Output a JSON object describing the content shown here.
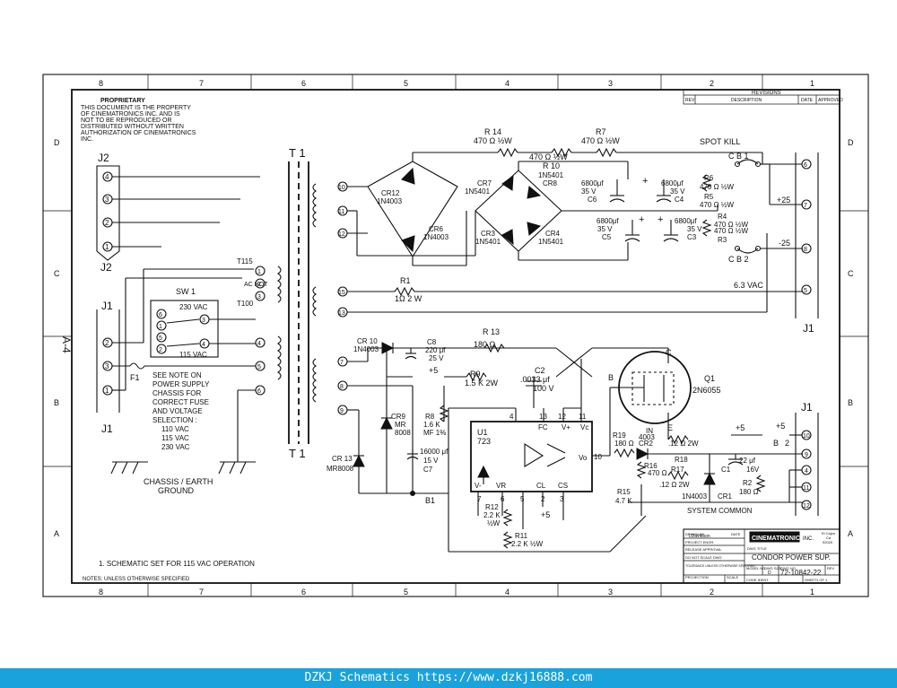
{
  "border": {
    "zones_top": [
      "8",
      "7",
      "6",
      "5",
      "4",
      "3",
      "2",
      "1"
    ],
    "zones_side": [
      "D",
      "C",
      "B",
      "A"
    ],
    "sheet_side_label": "A-4"
  },
  "proprietary": {
    "title": "PROPRIETARY",
    "lines": [
      "THIS DOCUMENT IS THE PROPERTY",
      "OF CINEMATRONICS INC. AND IS",
      "NOT TO BE REPRODUCED OR",
      "DISTRIBUTED WITHOUT WRITTEN",
      "AUTHORIZATION OF CINEMATRONICS",
      "INC."
    ]
  },
  "revisions": {
    "title": "REVISIONS",
    "cols": [
      "REV",
      "DESCRIPTION",
      "DATE",
      "APPROVED"
    ]
  },
  "connectors": {
    "j2": "J2",
    "j2_pins": [
      "4",
      "3",
      "2",
      "1"
    ],
    "j1_left": "J1",
    "j1_left_pins": [
      "2",
      "3",
      "1"
    ],
    "j1_right_top": "J1",
    "j1_right_top_pins": [
      "6",
      "7",
      "8",
      "5"
    ],
    "j1_right_bottom": "J1",
    "j1_right_bottom_pins": [
      "10",
      "9",
      "4",
      "11",
      "12"
    ]
  },
  "transformer": {
    "label": "T 1",
    "primary_taps": [
      "T115",
      "AC HOT",
      "T100"
    ],
    "primary_pins": [
      "1",
      "2",
      "3",
      "4",
      "5",
      "6"
    ],
    "secondary_pins": [
      "10",
      "11",
      "12",
      "15",
      "13",
      "7",
      "8",
      "9"
    ]
  },
  "switch": {
    "label": "SW 1",
    "v230": "230 VAC",
    "v115": "115 VAC",
    "pins": [
      "6",
      "1",
      "5",
      "2",
      "3",
      "4"
    ]
  },
  "fuse": {
    "label": "F1"
  },
  "note_fuse": [
    "SEE NOTE ON",
    "POWER SUPPLY",
    "CHASSIS FOR",
    "CORRECT FUSE",
    "AND VOLTAGE",
    "SELECTION :",
    "110 VAC",
    "115 VAC",
    "230 VAC"
  ],
  "ground_label": [
    "CHASSIS / EARTH",
    "GROUND"
  ],
  "components": {
    "cr12": [
      "CR12",
      "1N4003"
    ],
    "cr6": [
      "CR6",
      "1N4003"
    ],
    "cr7": [
      "CR7",
      "1N5401"
    ],
    "cr8": [
      "1N5401",
      "CR8"
    ],
    "cr3": [
      "CR3",
      "1N5401"
    ],
    "cr4": [
      "CR4",
      "1N5401"
    ],
    "r14": [
      "R 14",
      "470 Ω ½W"
    ],
    "r10": [
      "470 Ω ½W",
      "R 10"
    ],
    "r7": [
      "R7",
      "470 Ω ½W"
    ],
    "c6": [
      "6800μf",
      "35 V",
      "C6"
    ],
    "c4": [
      "6800μf",
      "35 V",
      "C4"
    ],
    "c5": [
      "6800μf",
      "35 V",
      "C5"
    ],
    "c3": [
      "6800μf",
      "35 V",
      "C3"
    ],
    "r6": [
      "R6",
      "470 Ω ½W"
    ],
    "r5": [
      "R5",
      "470 Ω ½W"
    ],
    "r4": [
      "R4",
      "470 Ω ½W"
    ],
    "r3": [
      "R3",
      "470 Ω ½W"
    ],
    "r1": [
      "R1",
      "1Ω 2 W"
    ],
    "cr10": [
      "CR 10",
      "1N4003"
    ],
    "c8": [
      "C8",
      "220 μf",
      "25 V"
    ],
    "r13": [
      "R 13",
      "180 Ω"
    ],
    "r9": [
      "R9",
      "1.5 K 2W"
    ],
    "c2": [
      "C2",
      ".0033 μf",
      "100 V"
    ],
    "r8": [
      "R8",
      "1.6 K",
      "MF 1%"
    ],
    "cr9": [
      "CR9",
      "MR",
      "8008"
    ],
    "cr13": [
      "CR 13",
      "MR8008"
    ],
    "c7": [
      "16000 μf",
      "15 V",
      "C7"
    ],
    "u1": [
      "U1",
      "723"
    ],
    "u1_pins": [
      "4",
      "13",
      "12",
      "11",
      "10",
      "7",
      "6",
      "5",
      "2",
      "3"
    ],
    "u1_labels": [
      "FC",
      "V+",
      "Vc",
      "Vo",
      "V-",
      "VR",
      "CL",
      "CS"
    ],
    "r12": [
      "R12",
      "2.2 K",
      "½W"
    ],
    "r11": [
      "R11",
      "2.2 K ½W"
    ],
    "q1": [
      "Q1",
      "2N6055"
    ],
    "q1_pins": [
      "B",
      "C",
      "E"
    ],
    "r19": [
      "R19",
      "180 Ω"
    ],
    "cr2": [
      "IN",
      "4003",
      "CR2"
    ],
    "r16": [
      "R16",
      "470 Ω"
    ],
    "r18": [
      "R18",
      ".12 Ω 2W"
    ],
    "r17": [
      "R17",
      ".12 Ω 2W"
    ],
    "r15": [
      "R15",
      "4.7 K"
    ],
    "cr1": [
      "1N4003",
      "CR1"
    ],
    "c1": [
      "C1",
      "22 μf",
      "16V"
    ],
    "r2": [
      "R2",
      "180 Ω"
    ],
    "cb1": "C B 1",
    "cb2": "C B 2",
    "b1": "B1",
    "b2": [
      "B",
      "2"
    ]
  },
  "nets": {
    "spot_kill": "SPOT KILL",
    "p25": "+25",
    "m25": "-25",
    "vac63": "6.3 VAC",
    "p5a": "+5",
    "p5b": "+5",
    "p5c": "+5",
    "p5d": "+5",
    "system_common": "SYSTEM COMMON"
  },
  "notes": [
    "1. SCHEMATIC SET FOR 115 VAC  OPERATION",
    "NOTES: UNLESS OTHERWISE SPECIFIED"
  ],
  "title_block": {
    "company": "CINEMATRONICS",
    "inc": "INC.",
    "city": [
      "El Cajon",
      "Ca",
      "92020"
    ],
    "labels": [
      "DRAWN BY",
      "PROJECT ENGR.",
      "RELEASE APPROVAL",
      "DO NOT SCALE DWG",
      "TOLERANCE UNLESS OTHERWISE SPECIFIED",
      "PROJECTION",
      "SCALE",
      "DATE",
      "MODEL NO.",
      "DWG SIZE",
      "DWG NO.",
      "REV",
      "CODE IDENT",
      "SHEET"
    ],
    "drawn": "LDavidson",
    "dwg_title_label": "DWG TITLE",
    "dwg_title": "CONDOR  POWER  SUP.",
    "dwg_size": "D",
    "dwg_no": "72-10842-22",
    "sheet": "1 OF 1"
  },
  "footer": {
    "text": "DZKJ Schematics https://www.dzkj16888.com"
  },
  "colors": {
    "footer_bg": "#1aa2dc",
    "ink": "#111111"
  }
}
